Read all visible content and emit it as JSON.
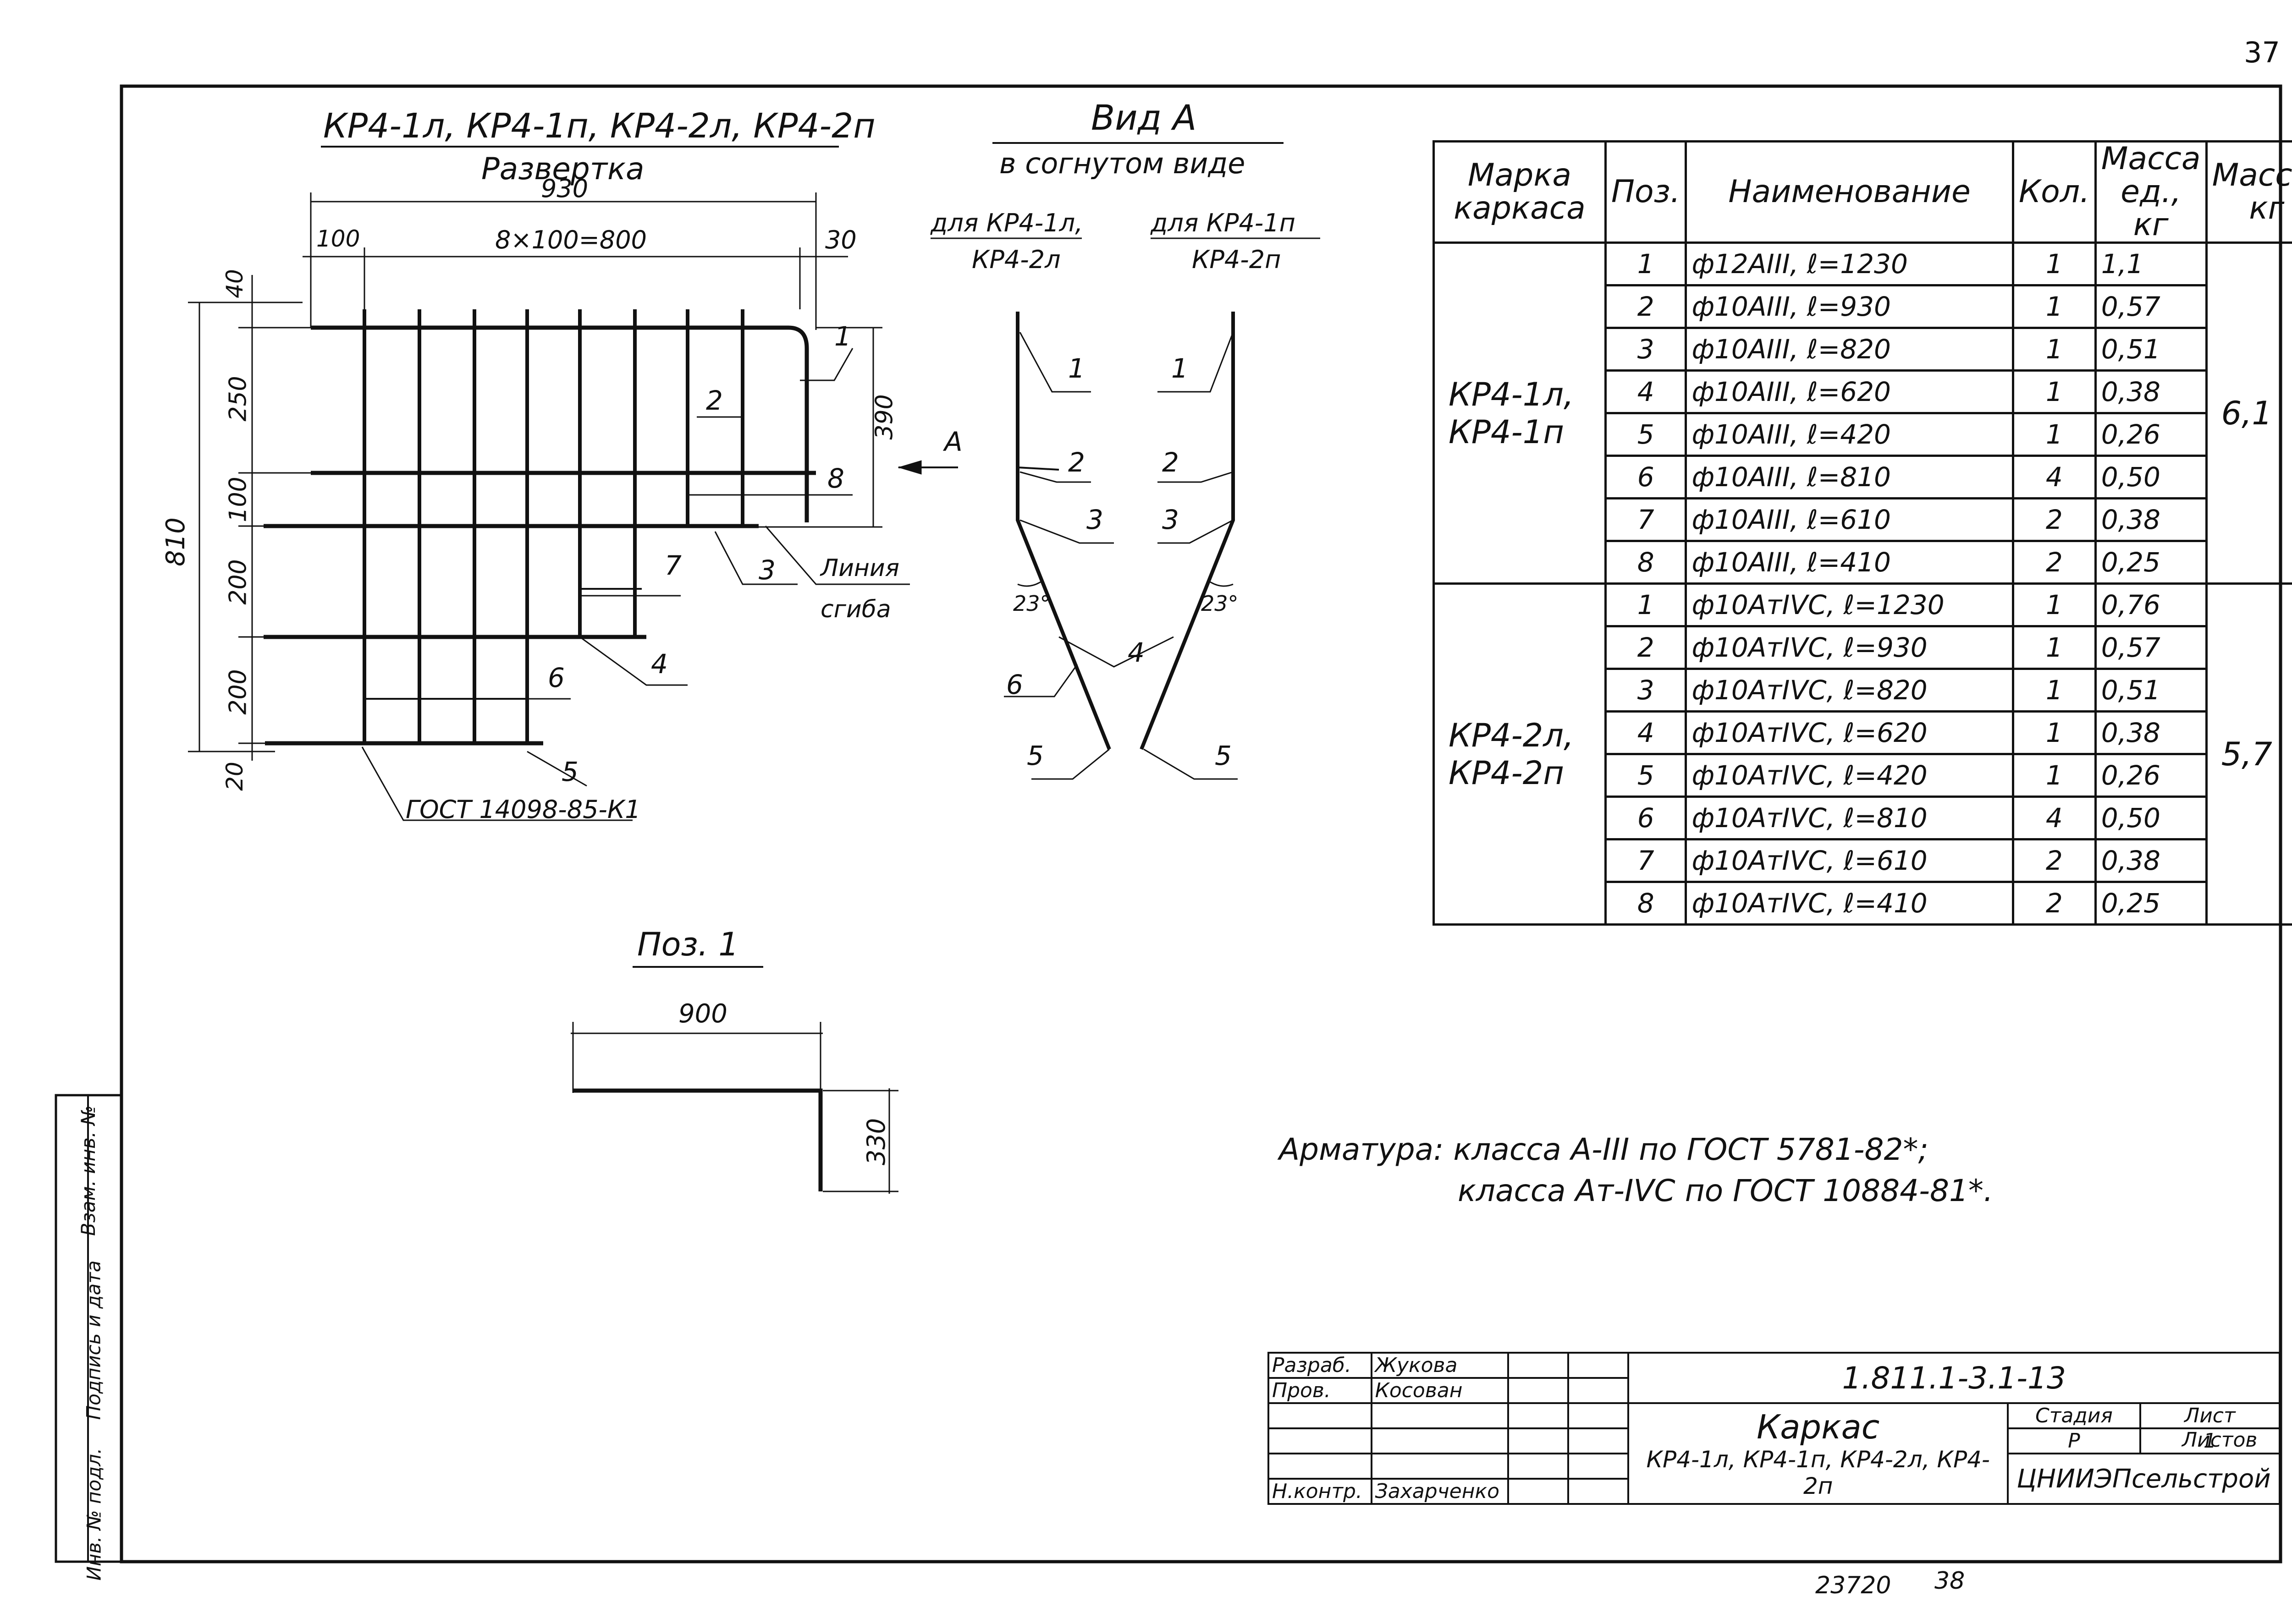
{
  "sheet": {
    "page_number": "37",
    "footer_number": "23720",
    "footer_sheet": "38"
  },
  "left_view": {
    "title": "КР4-1л, КР4-1п, КР4-2л, КР4-2п",
    "subtitle": "Развертка",
    "dims": {
      "total_width": "930",
      "left_offset": "100",
      "spacing": "8×100=800",
      "right_offset": "30",
      "height_total": "810",
      "h1": "40",
      "h2": "250",
      "h3": "100",
      "h4": "200",
      "h5": "200",
      "h6": "20",
      "side_390": "390"
    },
    "callouts": [
      "1",
      "2",
      "8",
      "3",
      "7",
      "4",
      "6",
      "5"
    ],
    "arrow_label": "А",
    "bend_line_label_1": "Линия",
    "bend_line_label_2": "сгиба",
    "gost_ref": "ГОСТ 14098-85-К1"
  },
  "view_a": {
    "title": "Вид А",
    "subtitle": "в согнутом виде",
    "left_caption_1": "для КР4-1л,",
    "left_caption_2": "КР4-2л",
    "right_caption_1": "для КР4-1п",
    "right_caption_2": "КР4-2п",
    "angle": "23°",
    "callouts": [
      "1",
      "2",
      "3",
      "4",
      "6",
      "5"
    ]
  },
  "poz1": {
    "title": "Поз. 1",
    "dim_width": "900",
    "dim_height": "330"
  },
  "spec_table": {
    "headers": [
      "Марка каркаса",
      "Поз.",
      "Наименование",
      "Кол.",
      "Масса ед., кг",
      "Масса, кг"
    ],
    "groups": [
      {
        "mark": "КР4-1л, КР4-1п",
        "total": "6,1",
        "rows": [
          {
            "pos": "1",
            "name": "ф12АIII, ℓ=1230",
            "qty": "1",
            "mass": "1,1"
          },
          {
            "pos": "2",
            "name": "ф10АIII, ℓ=930",
            "qty": "1",
            "mass": "0,57"
          },
          {
            "pos": "3",
            "name": "ф10АIII, ℓ=820",
            "qty": "1",
            "mass": "0,51"
          },
          {
            "pos": "4",
            "name": "ф10АIII, ℓ=620",
            "qty": "1",
            "mass": "0,38"
          },
          {
            "pos": "5",
            "name": "ф10АIII, ℓ=420",
            "qty": "1",
            "mass": "0,26"
          },
          {
            "pos": "6",
            "name": "ф10АIII, ℓ=810",
            "qty": "4",
            "mass": "0,50"
          },
          {
            "pos": "7",
            "name": "ф10АIII, ℓ=610",
            "qty": "2",
            "mass": "0,38"
          },
          {
            "pos": "8",
            "name": "ф10АIII, ℓ=410",
            "qty": "2",
            "mass": "0,25"
          }
        ]
      },
      {
        "mark": "КР4-2л, КР4-2п",
        "total": "5,7",
        "rows": [
          {
            "pos": "1",
            "name": "ф10АтIVС, ℓ=1230",
            "qty": "1",
            "mass": "0,76"
          },
          {
            "pos": "2",
            "name": "ф10АтIVС, ℓ=930",
            "qty": "1",
            "mass": "0,57"
          },
          {
            "pos": "3",
            "name": "ф10АтIVС, ℓ=820",
            "qty": "1",
            "mass": "0,51"
          },
          {
            "pos": "4",
            "name": "ф10АтIVС, ℓ=620",
            "qty": "1",
            "mass": "0,38"
          },
          {
            "pos": "5",
            "name": "ф10АтIVС, ℓ=420",
            "qty": "1",
            "mass": "0,26"
          },
          {
            "pos": "6",
            "name": "ф10АтIVС, ℓ=810",
            "qty": "4",
            "mass": "0,50"
          },
          {
            "pos": "7",
            "name": "ф10АтIVС, ℓ=610",
            "qty": "2",
            "mass": "0,38"
          },
          {
            "pos": "8",
            "name": "ф10АтIVС, ℓ=410",
            "qty": "2",
            "mass": "0,25"
          }
        ]
      }
    ]
  },
  "notes": {
    "line1": "Арматура: класса А-III по ГОСТ 5781-82*;",
    "line2": "класса Ат-IVС по ГОСТ 10884-81*."
  },
  "title_block": {
    "designation": "1.811.1-3.1-13",
    "name_1": "Каркас",
    "name_2": "КР4-1л, КР4-1п, КР4-2л, КР4-2п",
    "roles": [
      "Разраб.",
      "Пров.",
      "",
      "",
      "",
      "Н.контр."
    ],
    "persons": [
      "Жукова",
      "Косован",
      "",
      "",
      "",
      "Захарченко"
    ],
    "stage_label": "Стадия",
    "sheet_label": "Лист",
    "sheets_label": "Листов",
    "stage": "Р",
    "sheets": "1",
    "org": "ЦНИИЭПсельстрой"
  },
  "side_stamp": {
    "cells": [
      "Инв. № подл.",
      "Подпись и дата",
      "Взам. инв. №"
    ]
  }
}
